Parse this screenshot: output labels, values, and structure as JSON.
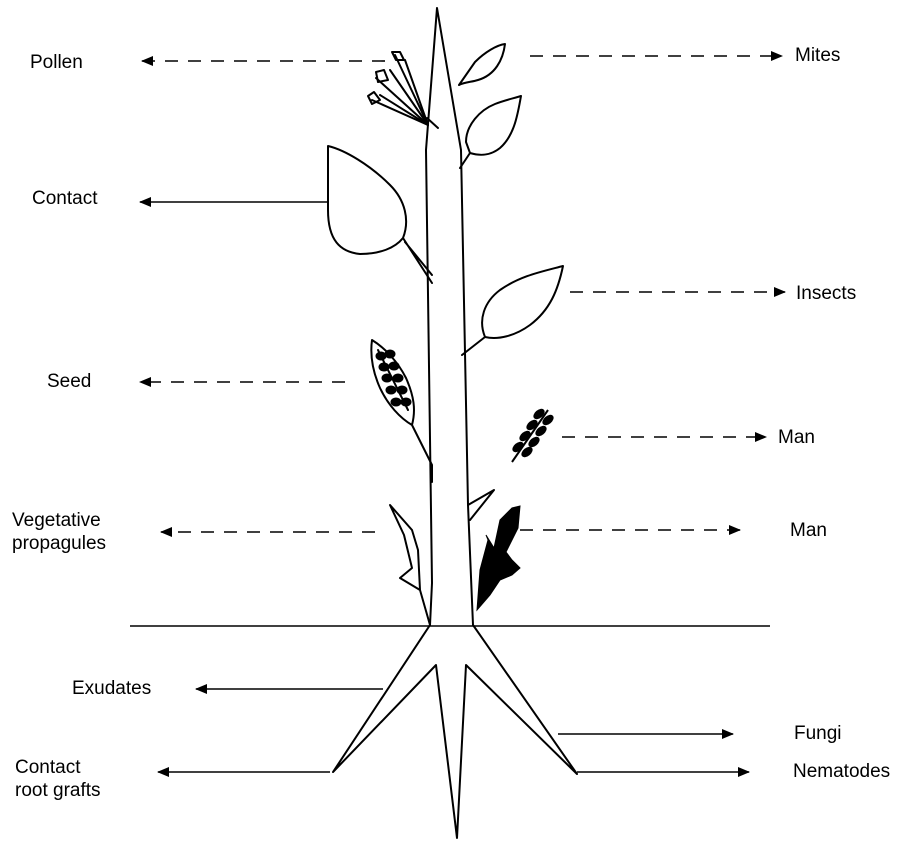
{
  "labels": {
    "pollen": "Pollen",
    "mites": "Mites",
    "contact": "Contact",
    "insects": "Insects",
    "seed": "Seed",
    "man_seed": "Man",
    "vegetative_line1": "Vegetative",
    "vegetative_line2": "propagules",
    "man_vegetative": "Man",
    "exudates": "Exudates",
    "fungi": "Fungi",
    "contact_root_line1": "Contact",
    "contact_root_line2": "root grafts",
    "nematodes": "Nematodes"
  },
  "colors": {
    "ink": "#000000",
    "background": "#ffffff"
  },
  "arrow_styles": {
    "pollen": "dashed",
    "mites": "dashed",
    "contact": "solid",
    "insects": "dashed",
    "seed": "dashed",
    "man_seed": "dashed",
    "vegetative": "dashed",
    "man_vegetative": "dashed",
    "exudates": "solid",
    "fungi": "solid",
    "contact_root": "solid",
    "nematodes": "solid"
  }
}
